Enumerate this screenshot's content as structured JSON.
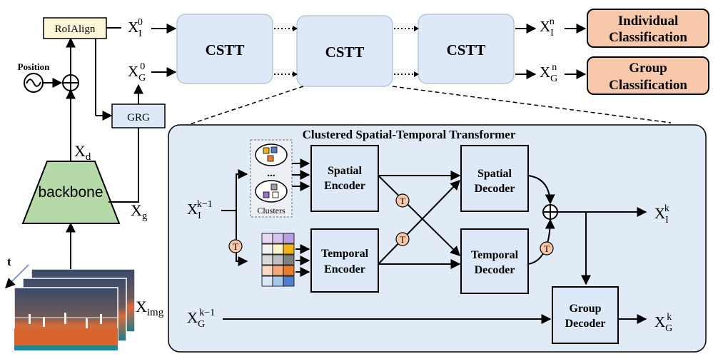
{
  "top": {
    "roialign": "RoIAlign",
    "position": "Position",
    "grg": "GRG",
    "backbone": "backbone",
    "xd": "X",
    "xd_sub": "d",
    "xg": "X",
    "xg_sub": "g",
    "ximg": "X",
    "ximg_sub": "img",
    "t": "t",
    "xi0": "X",
    "xi0_sub": "I",
    "xi0_sup": "0",
    "xg0": "X",
    "xg0_sub": "G",
    "xg0_sup": "0",
    "cstt1": "CSTT",
    "cstt2": "CSTT",
    "cstt3": "CSTT",
    "xin": "X",
    "xin_sub": "I",
    "xin_sup": "n",
    "xgn": "X",
    "xgn_sub": "G",
    "xgn_sup": "n",
    "indiv_line1": "Individual",
    "indiv_line2": "Classification",
    "group_line1": "Group",
    "group_line2": "Classification"
  },
  "detail": {
    "title": "Clustered Spatial-Temporal Transformer",
    "clusters": "Clusters",
    "dots": "...",
    "t_badge": "T",
    "xik1": "X",
    "xik1_sub": "I",
    "xik1_sup": "k−1",
    "xgk1": "X",
    "xgk1_sub": "G",
    "xgk1_sup": "k−1",
    "xik": "X",
    "xik_sub": "I",
    "xik_sup": "k",
    "xgk": "X",
    "xgk_sub": "G",
    "xgk_sup": "k",
    "spatial_enc_1": "Spatial",
    "spatial_enc_2": "Encoder",
    "temporal_enc_1": "Temporal",
    "temporal_enc_2": "Encoder",
    "spatial_dec_1": "Spatial",
    "spatial_dec_2": "Decoder",
    "temporal_dec_1": "Temporal",
    "temporal_dec_2": "Decoder",
    "group_dec_1": "Group",
    "group_dec_2": "Decoder"
  },
  "colors": {
    "roialign_fill": "#fdf7d9",
    "grg_fill": "#dde9f6",
    "backbone_fill": "#b5d9a7",
    "cstt_fill": "#dde9f6",
    "cls_fill": "#f7c8a9",
    "panel_fill": "#e1ebf5",
    "badge_fill": "#f7c8a9",
    "token_colors": [
      "#e8d9f3",
      "#d8c2ee",
      "#b9a0e0",
      "#f2f2f2",
      "#fff4c9",
      "#f2b41c",
      "#d9d9d9",
      "#bfbfbf",
      "#808080",
      "#fbd9c4",
      "#f4a97a",
      "#e87c2a",
      "#dbe7f4",
      "#a7c6ea",
      "#4f7fc9"
    ]
  }
}
